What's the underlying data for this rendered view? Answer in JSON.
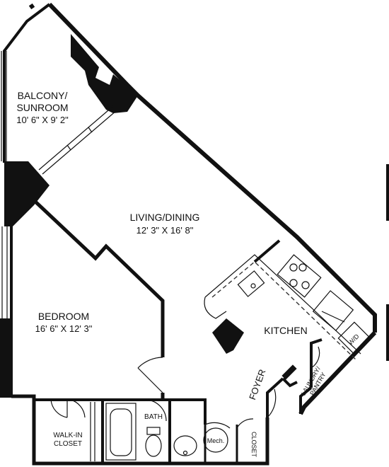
{
  "rooms": {
    "balcony": {
      "name_line1": "BALCONY/",
      "name_line2": "SUNROOM",
      "dims": "10' 6\" X 9' 2\""
    },
    "living": {
      "name": "LIVING/DINING",
      "dims": "12' 3\" X 16' 8\""
    },
    "bedroom": {
      "name": "BEDROOM",
      "dims": "16' 6\" X 12' 3\""
    },
    "kitchen": {
      "name": "KITCHEN"
    },
    "foyer": {
      "name": "FOYER"
    },
    "laundry": {
      "name_line1": "LAUNDRY/",
      "name_line2": "PANTRY"
    },
    "walkin": {
      "name_line1": "WALK-IN",
      "name_line2": "CLOSET"
    },
    "bath": {
      "name": "BATH"
    },
    "mech": {
      "name": "Mech."
    },
    "closet": {
      "name": "CLOSET"
    },
    "washer_dryer": {
      "name": "W/D"
    }
  }
}
